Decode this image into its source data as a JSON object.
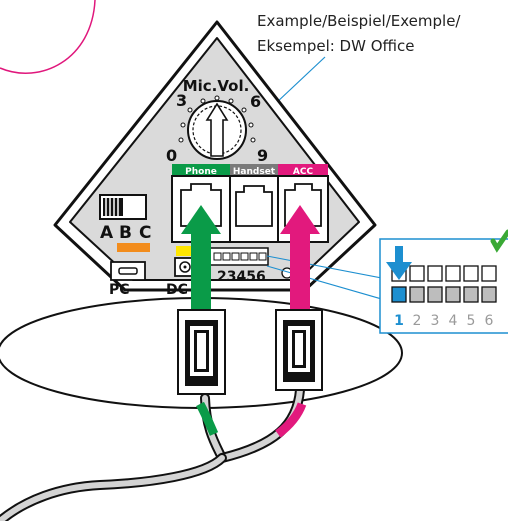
{
  "caption": {
    "line1": "Example/Beispiel/Exemple/",
    "line2": "Eksempel: DW Office"
  },
  "knob": {
    "label": "Mic.Vol.",
    "ticks": [
      "0",
      "3",
      "6",
      "9"
    ]
  },
  "ports": {
    "phone": "Phone",
    "handset": "Handset",
    "acc": "ACC"
  },
  "switch": {
    "positions": [
      "A",
      "B",
      "C"
    ]
  },
  "dip": {
    "numbers": "23456",
    "zoom_numbers": [
      "1",
      "2",
      "3",
      "4",
      "5",
      "6"
    ]
  },
  "connectors": {
    "pc": "PC",
    "dc": "DC"
  },
  "colors": {
    "green": "#0a9b48",
    "magenta": "#e2197d",
    "blue": "#1d8fd0",
    "orange": "#f28c1c",
    "yellow": "#ffe600",
    "panel": "#dadada",
    "pink_circle": "#e0177c"
  }
}
